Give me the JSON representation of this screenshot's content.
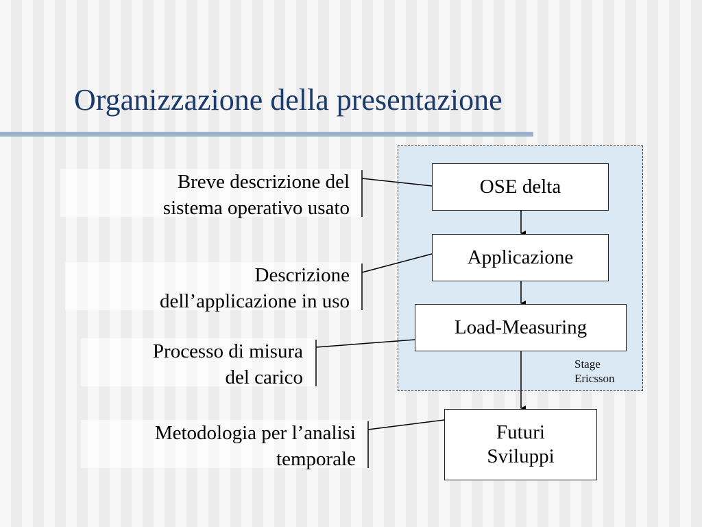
{
  "title": "Organizzazione della presentazione",
  "group_label": [
    "Stage",
    "Ericsson"
  ],
  "boxes": [
    {
      "id": "ose-delta",
      "text": "OSE delta"
    },
    {
      "id": "applicazione",
      "text": "Applicazione"
    },
    {
      "id": "load-measuring",
      "text": "Load-Measuring"
    },
    {
      "id": "futuri-sviluppi",
      "text": "Futuri\nSviluppi"
    }
  ],
  "labels": [
    [
      "Breve descrizione del",
      "sistema operativo usato"
    ],
    [
      "Descrizione",
      "dell’applicazione in uso"
    ],
    [
      "Processo di misura",
      "del carico"
    ],
    [
      "Metodologia per l’analisi",
      "temporale"
    ]
  ],
  "colors": {
    "title": "#1a3a6b",
    "title_rule": "#9cb3cc",
    "group_fill": "#dbe9f4"
  }
}
